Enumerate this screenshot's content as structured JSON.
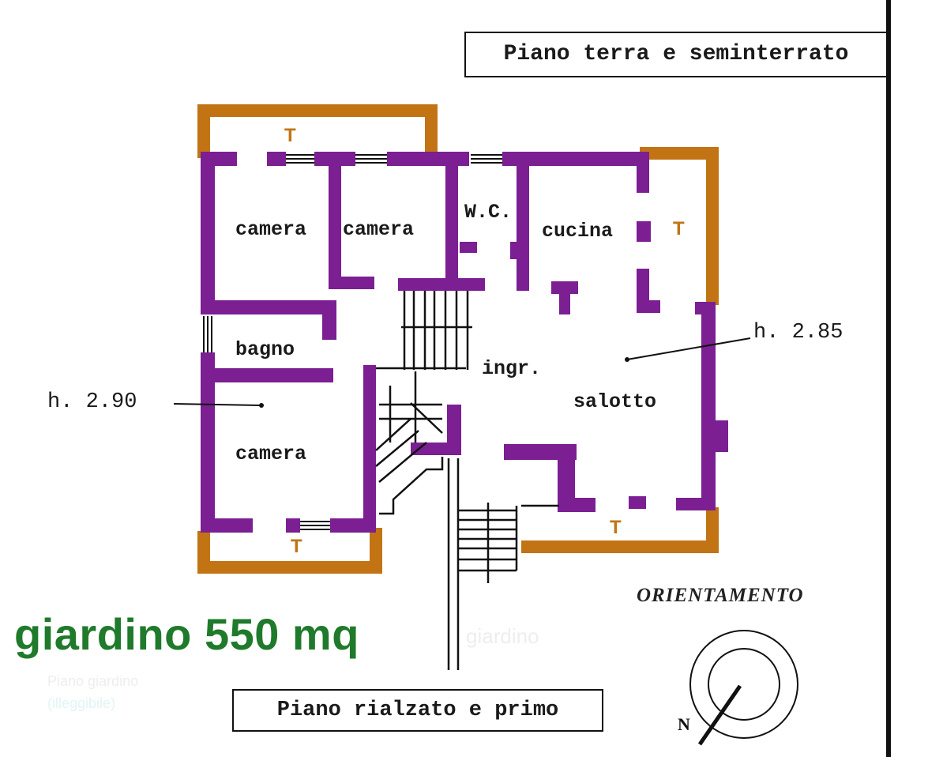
{
  "titles": {
    "top": "Piano terra e seminterrato",
    "bottom": "Piano rialzato e primo"
  },
  "rooms": [
    {
      "id": "camera-1",
      "label": "camera"
    },
    {
      "id": "camera-2",
      "label": "camera"
    },
    {
      "id": "wc",
      "label": "W.C."
    },
    {
      "id": "cucina",
      "label": "cucina"
    },
    {
      "id": "bagno",
      "label": "bagno"
    },
    {
      "id": "ingresso",
      "label": "ingr."
    },
    {
      "id": "salotto",
      "label": "salotto"
    },
    {
      "id": "camera-3",
      "label": "camera"
    }
  ],
  "heights": {
    "left": "h. 2.90",
    "right": "h. 2.85"
  },
  "terrace_marker": "T",
  "garden": "giardino 550 mq",
  "orientation": {
    "title": "ORIENTAMENTO",
    "north_label": "N"
  },
  "faded_text": {
    "line1": "Piano giardino",
    "line2": "(illeggibile)",
    "line3": "giardino"
  },
  "colors": {
    "wall": "#7b1f93",
    "terrace": "#c27415",
    "garden_text": "#1f7a2b",
    "ink": "#111111"
  }
}
